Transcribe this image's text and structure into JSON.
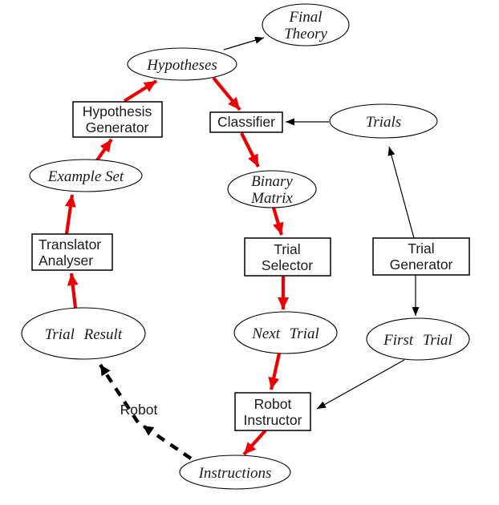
{
  "diagram": {
    "background": "#ffffff",
    "colors": {
      "flow": "#ee0000",
      "line": "#000000",
      "text": "#1a1a1a"
    },
    "nodes": {
      "final_theory": {
        "shape": "ellipse",
        "line1": "Final",
        "line2": "Theory"
      },
      "hypotheses": {
        "shape": "ellipse",
        "label": "Hypotheses"
      },
      "hypothesis_generator": {
        "shape": "rect",
        "line1": "Hypothesis",
        "line2": "Generator"
      },
      "classifier": {
        "shape": "rect",
        "label": "Classifier"
      },
      "trials": {
        "shape": "ellipse",
        "label": "Trials"
      },
      "example_set": {
        "shape": "ellipse",
        "label": "Example Set"
      },
      "binary_matrix": {
        "shape": "ellipse",
        "line1": "Binary",
        "line2": "Matrix"
      },
      "translator_analyser": {
        "shape": "rect",
        "line1": "Translator",
        "line2": "Analyser"
      },
      "trial_selector": {
        "shape": "rect",
        "line1": "Trial",
        "line2": "Selector"
      },
      "trial_generator": {
        "shape": "rect",
        "line1": "Trial",
        "line2": "Generator"
      },
      "trial_result": {
        "shape": "ellipse",
        "label": "Trial Result"
      },
      "next_trial": {
        "shape": "ellipse",
        "label": "Next Trial"
      },
      "first_trial": {
        "shape": "ellipse",
        "label": "First Trial"
      },
      "robot_instructor": {
        "shape": "rect",
        "line1": "Robot",
        "line2": "Instructor"
      },
      "instructions": {
        "shape": "ellipse",
        "label": "Instructions"
      }
    },
    "edge_labels": {
      "robot": "Robot"
    },
    "edges": [
      {
        "from": "example_set",
        "to": "hypothesis_generator",
        "style": "red-bold"
      },
      {
        "from": "hypothesis_generator",
        "to": "hypotheses",
        "style": "red-bold"
      },
      {
        "from": "hypotheses",
        "to": "classifier",
        "style": "red-bold"
      },
      {
        "from": "classifier",
        "to": "binary_matrix",
        "style": "red-bold"
      },
      {
        "from": "binary_matrix",
        "to": "trial_selector",
        "style": "red-bold"
      },
      {
        "from": "trial_selector",
        "to": "next_trial",
        "style": "red-bold"
      },
      {
        "from": "next_trial",
        "to": "robot_instructor",
        "style": "red-bold"
      },
      {
        "from": "robot_instructor",
        "to": "instructions",
        "style": "red-bold"
      },
      {
        "from": "translator_analyser",
        "to": "example_set",
        "style": "red-bold"
      },
      {
        "from": "trial_result",
        "to": "translator_analyser",
        "style": "red-bold"
      },
      {
        "from": "hypotheses",
        "to": "final_theory",
        "style": "thin-black"
      },
      {
        "from": "trials",
        "to": "classifier",
        "style": "thin-black"
      },
      {
        "from": "trial_generator",
        "to": "trials",
        "style": "thin-black"
      },
      {
        "from": "trial_generator",
        "to": "first_trial",
        "style": "thin-black"
      },
      {
        "from": "first_trial",
        "to": "robot_instructor",
        "style": "thin-black"
      },
      {
        "from": "instructions",
        "to": "trial_result",
        "style": "dashed-black",
        "label": "Robot"
      }
    ]
  }
}
